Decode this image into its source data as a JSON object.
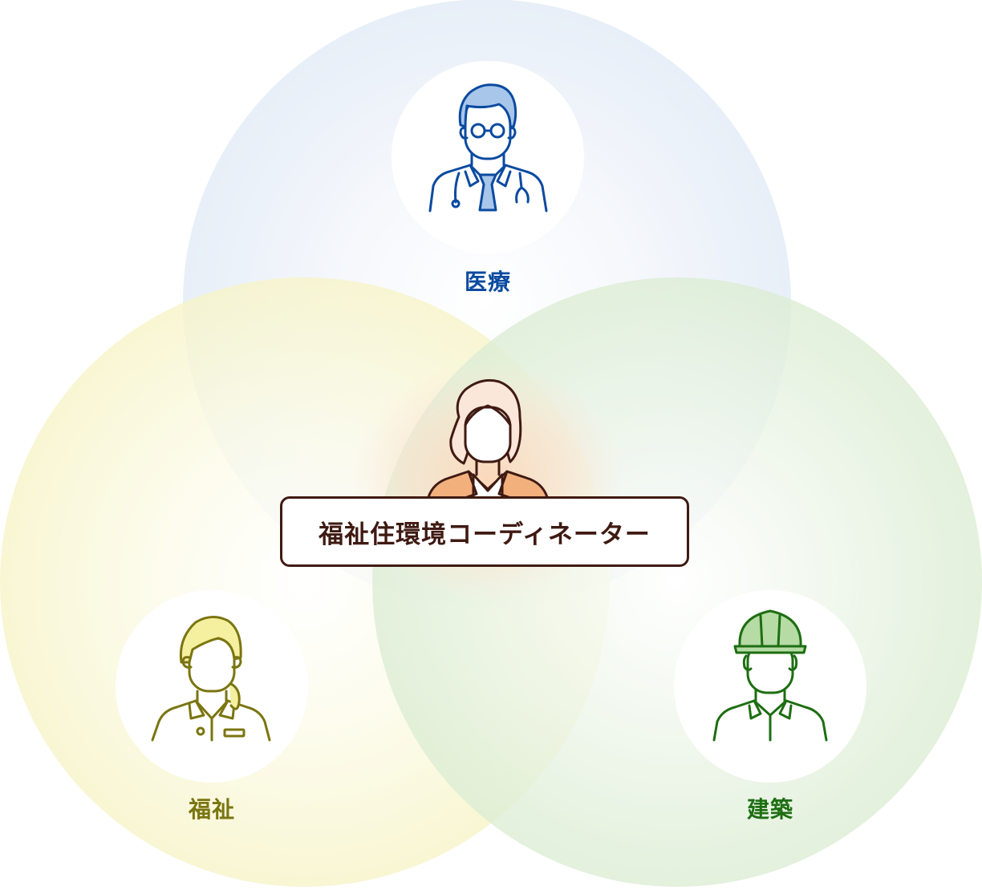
{
  "center": {
    "title": "福祉住環境コーディネーター"
  },
  "fields": [
    {
      "key": "medical",
      "label": "医療",
      "icon": "doctor-icon",
      "color": "#0a4aa0"
    },
    {
      "key": "welfare",
      "label": "福祉",
      "icon": "nurse-icon",
      "color": "#7a7510"
    },
    {
      "key": "construction",
      "label": "建築",
      "icon": "construction-worker-icon",
      "color": "#1d6e12"
    }
  ],
  "center_icon": "coordinator-woman-icon"
}
